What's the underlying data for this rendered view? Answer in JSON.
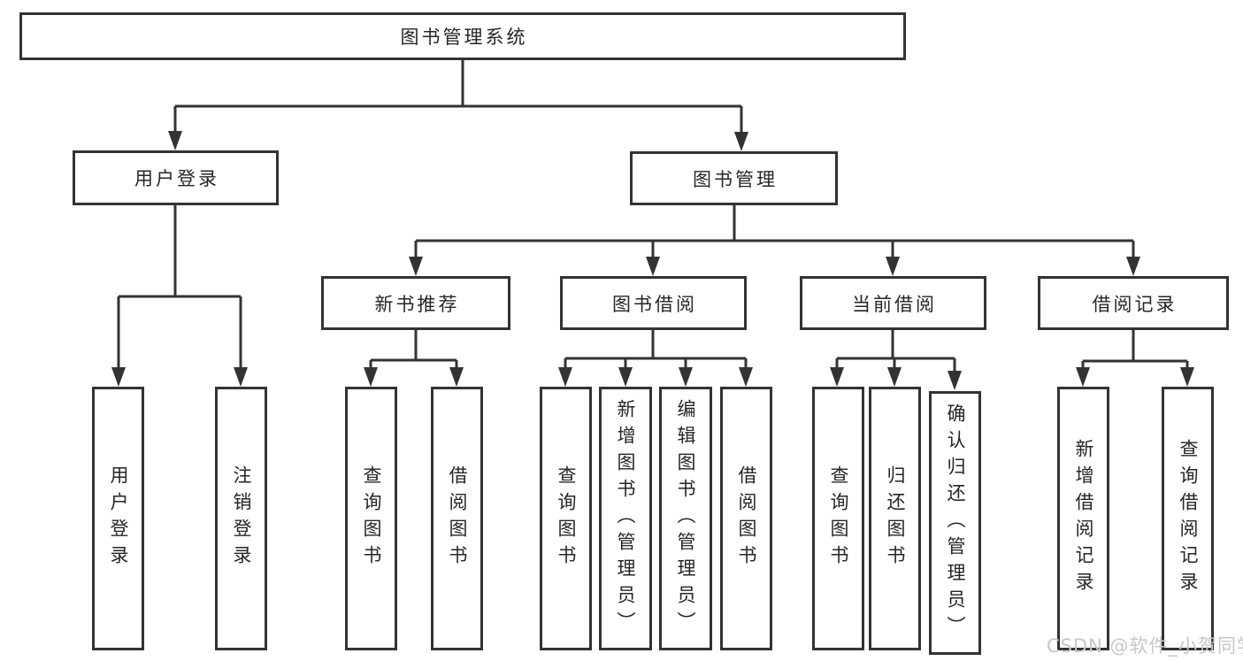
{
  "nodes": {
    "root": {
      "label": "图书管理系统"
    },
    "user_login": {
      "label": "用户登录",
      "children": [
        {
          "label": "用户登录"
        },
        {
          "label": "注销登录"
        }
      ]
    },
    "book_mgmt": {
      "label": "图书管理"
    },
    "new_book": {
      "label": "新书推荐",
      "children": [
        {
          "label": "查询图书"
        },
        {
          "label": "借阅图书"
        }
      ]
    },
    "borrow": {
      "label": "图书借阅",
      "children": [
        {
          "label": "查询图书"
        },
        {
          "label": "新增图书（管理员）"
        },
        {
          "label": "编辑图书（管理员）"
        },
        {
          "label": "借阅图书"
        }
      ]
    },
    "current": {
      "label": "当前借阅",
      "children": [
        {
          "label": "查询图书"
        },
        {
          "label": "归还图书"
        },
        {
          "label": "确认归还（管理员）"
        }
      ]
    },
    "records": {
      "label": "借阅记录",
      "children": [
        {
          "label": "新增借阅记录"
        },
        {
          "label": "查询借阅记录"
        }
      ]
    }
  },
  "watermark": "CSDN @软件_小贺同学",
  "colors": {
    "line": "#333333",
    "box_fill": "#ffffff",
    "text": "#262626",
    "watermark": "#c7c7c7"
  }
}
